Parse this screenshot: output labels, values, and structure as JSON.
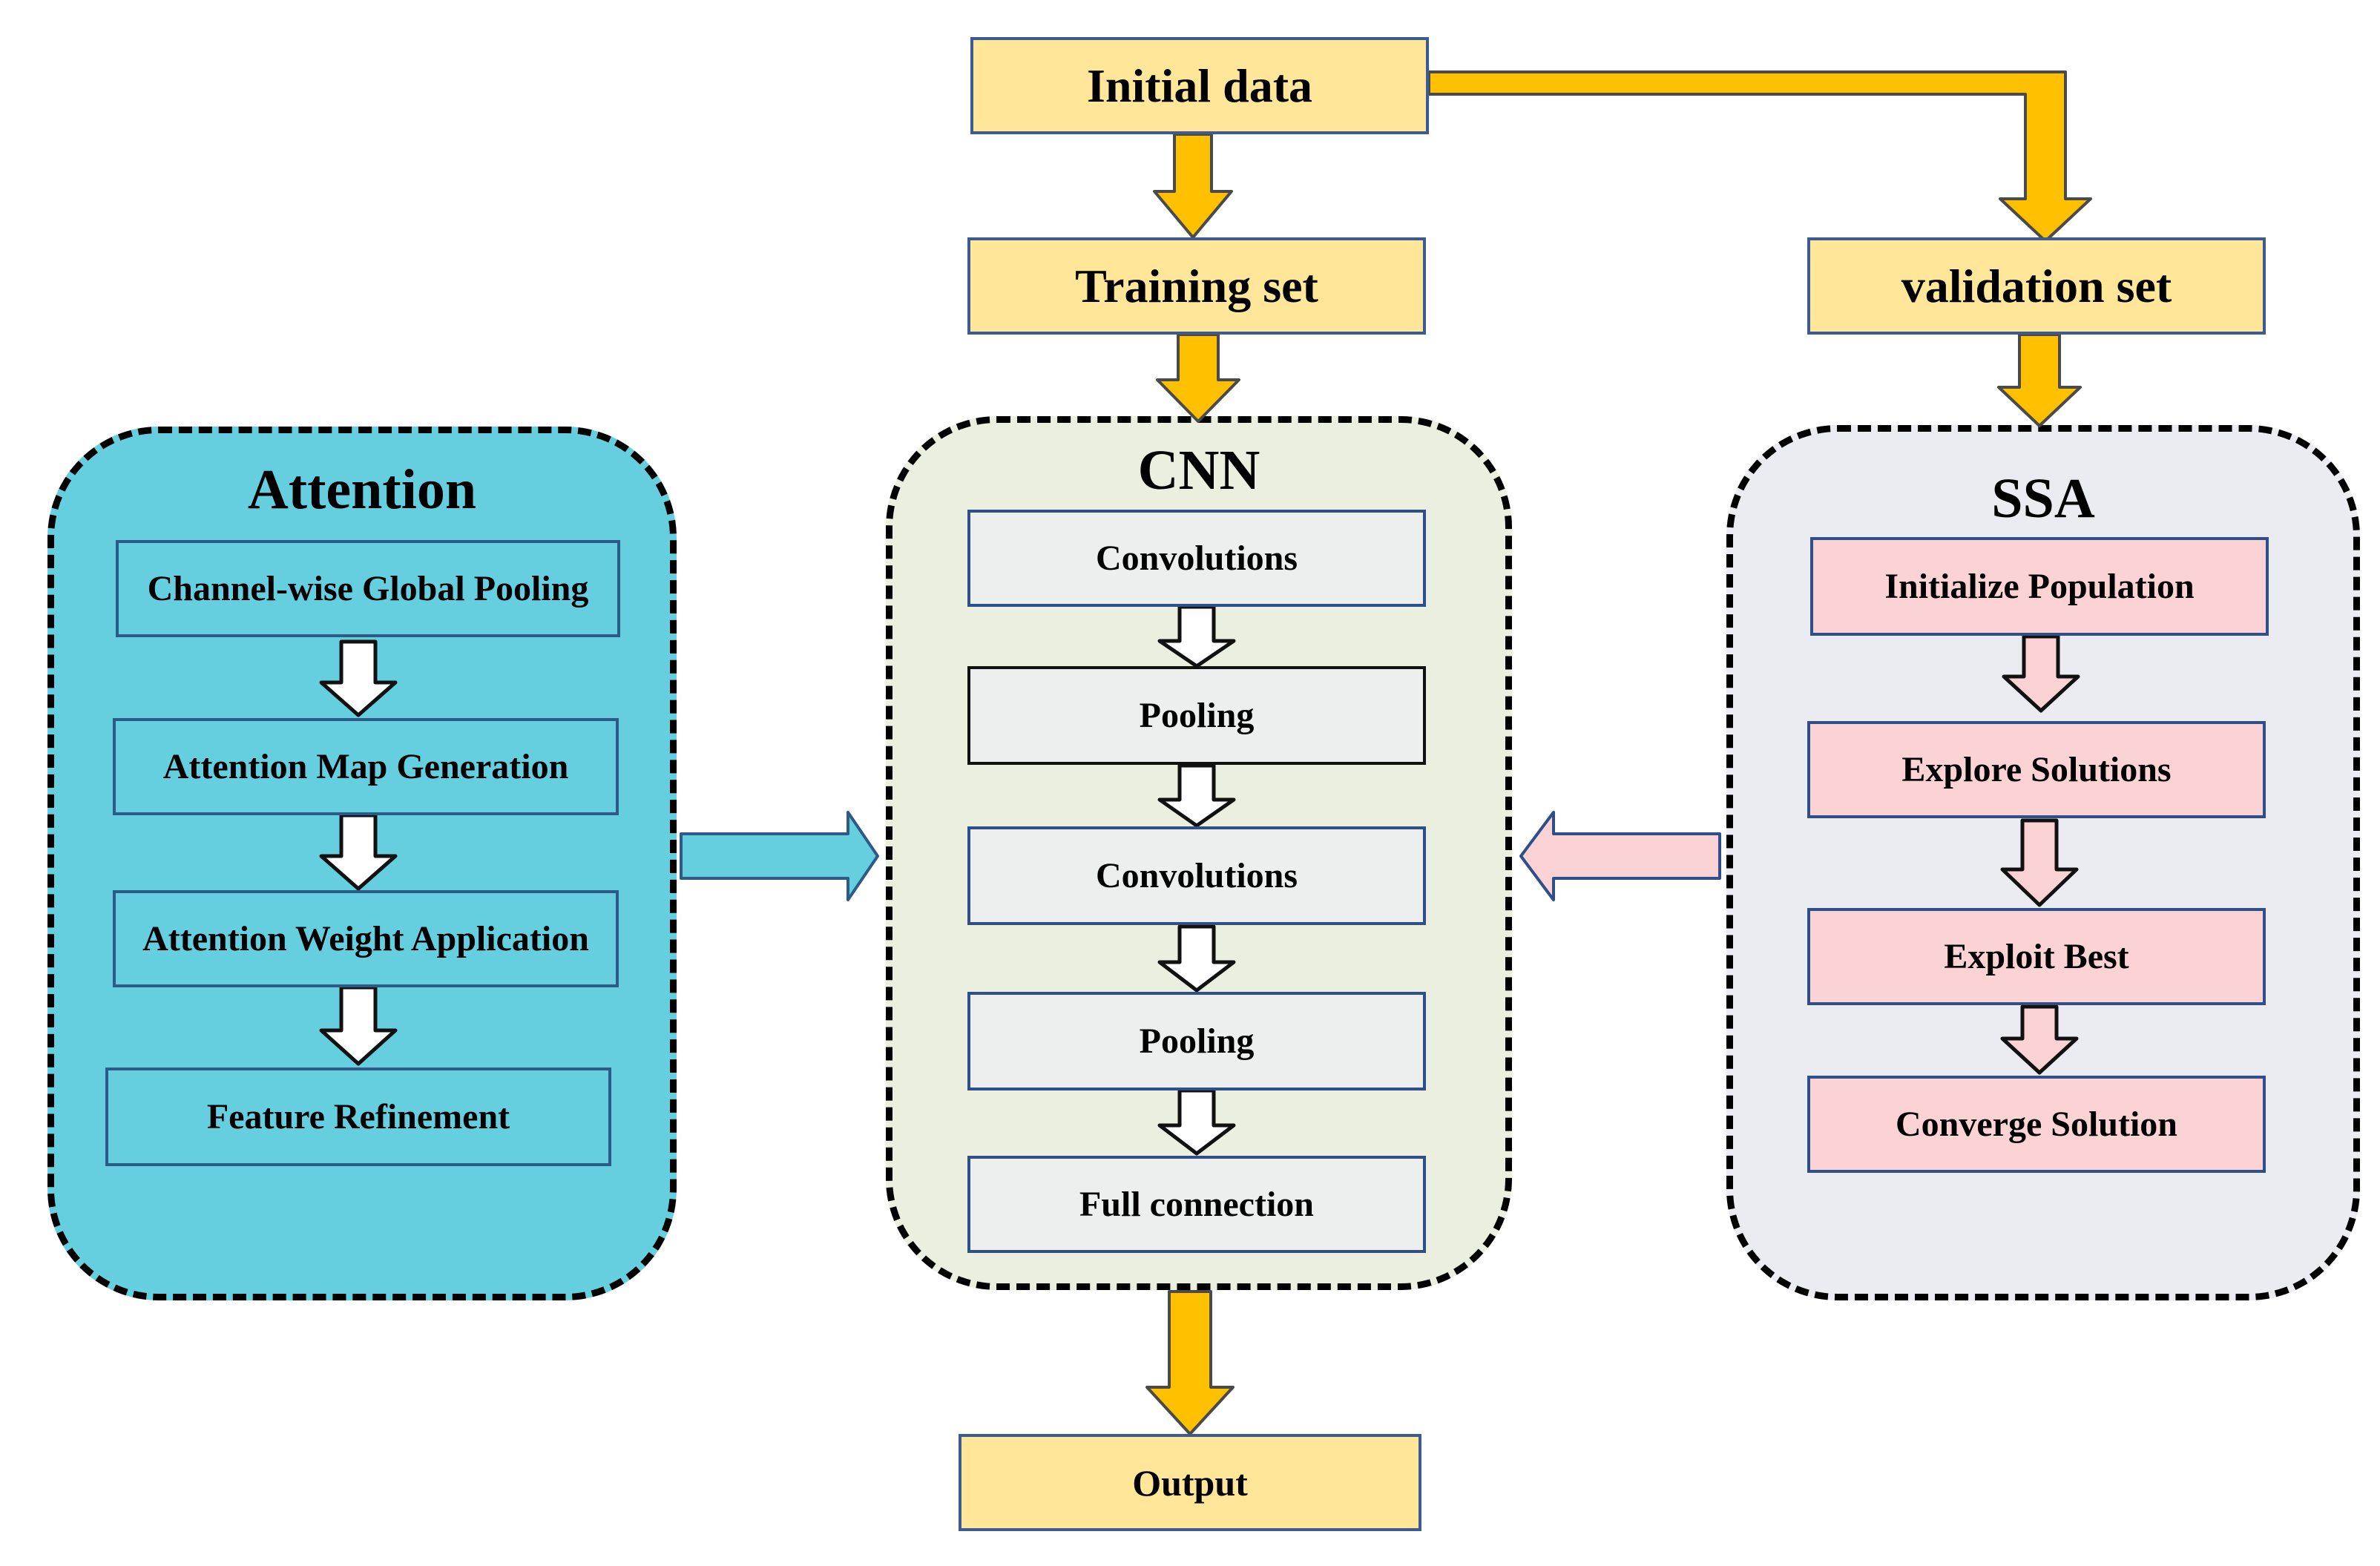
{
  "colors": {
    "yellow_box": "#ffe699",
    "gold_arrow": "#ffc000",
    "attention_fill": "#66cfdf",
    "cnn_fill": "#ebefe0",
    "ssa_fill": "#ebebf2",
    "step_gray": "#edefef",
    "ssa_step": "#fbd3d5"
  },
  "flow": {
    "initial_data": "Initial data",
    "training_set": "Training set",
    "validation_set": "validation set",
    "output": "Output"
  },
  "attention": {
    "title": "Attention",
    "steps": [
      "Channel-wise Global Pooling",
      "Attention Map Generation",
      "Attention Weight Application",
      "Feature Refinement"
    ]
  },
  "cnn": {
    "title": "CNN",
    "steps": [
      "Convolutions",
      "Pooling",
      "Convolutions",
      "Pooling",
      "Full connection"
    ]
  },
  "ssa": {
    "title": "SSA",
    "steps": [
      "Initialize Population",
      "Explore Solutions",
      "Exploit Best",
      "Converge Solution"
    ]
  }
}
